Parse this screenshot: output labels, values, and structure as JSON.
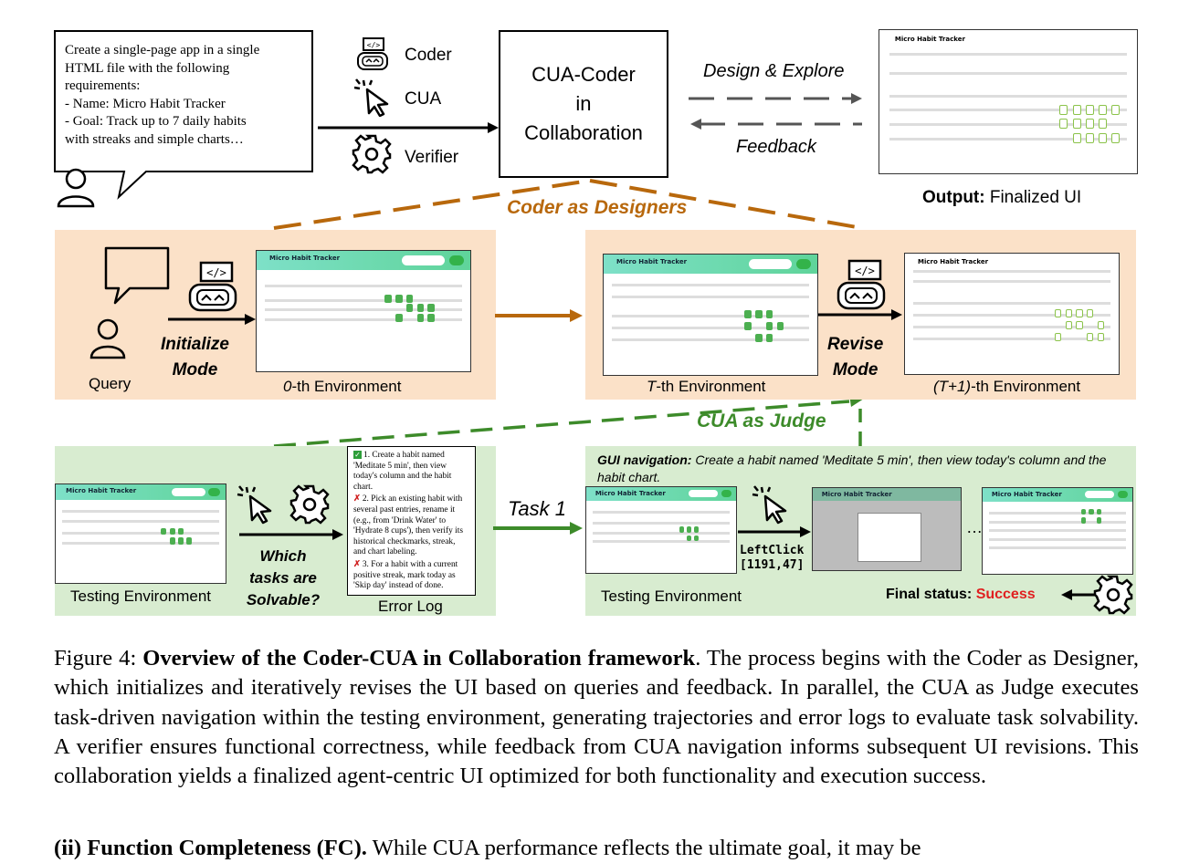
{
  "query": {
    "text": "Create a single-page app in a single\nHTML file with the following\nrequirements:\n  - Name: Micro Habit Tracker\n  - Goal: Track up to 7 daily habits\nwith streaks and simple charts…"
  },
  "agents": {
    "coder": "Coder",
    "cua": "CUA",
    "verifier": "Verifier"
  },
  "center_box": "CUA-Coder\nin\nCollaboration",
  "flow": {
    "design": "Design & Explore",
    "feedback": "Feedback"
  },
  "output": {
    "prefix": "Output:",
    "rest": " Finalized UI"
  },
  "coder_section": {
    "title": "Coder as Designers",
    "query_label": "Query",
    "initialize_mode": "Initialize\nMode",
    "revise_mode": "Revise\nMode",
    "env0_prefix": "0",
    "env0_suffix": "-th Environment",
    "envT_prefix": "T",
    "envT_suffix": "-th Environment",
    "envT1_prefix": "(T+1)",
    "envT1_suffix": "-th Environment"
  },
  "cua_section": {
    "title": "CUA as Judge",
    "testing_env": "Testing Environment",
    "which_tasks": "Which\ntasks are\nSolvable?",
    "error_log_label": "Error Log",
    "error_items": [
      "1. Create a habit named 'Meditate 5 min', then view today's column and the habit chart.",
      "2. Pick an existing habit with several past entries, rename it (e.g., from 'Drink Water' to 'Hydrate 8 cups'), then verify its historical checkmarks, streak, and chart labeling.",
      "3. For a habit with a current positive streak, mark today as 'Skip day' instead of done."
    ],
    "task_label": "Task 1",
    "gui_nav_prefix": "GUI navigation:",
    "gui_nav_text": " Create a habit named 'Meditate 5 min', then view today's column and the habit chart.",
    "action": "LeftClick\n[1191,47]",
    "ellipsis": "…",
    "final_status_prefix": "Final status:",
    "final_status_value": "Success",
    "testing_env2": "Testing Environment"
  },
  "mini_ui": {
    "app_title": "Micro Habit Tracker"
  },
  "caption": {
    "figure": "Figure 4:",
    "bold": "Overview of the Coder-CUA in Collaboration framework",
    "rest": ". The process begins with the Coder as Designer, which initializes and iteratively revises the UI based on queries and feedback. In parallel, the CUA as Judge executes task-driven navigation within the testing environment, generating trajectories and error logs to evaluate task solvability. A verifier ensures functional correctness, while feedback from CUA navigation informs subsequent UI revisions. This collaboration yields a finalized agent-centric UI optimized for both functionality and execution success."
  },
  "next_paragraph": {
    "bold": "(ii) Function Completeness (FC).",
    "rest": " While CUA performance reflects the ultimate goal, it may be"
  },
  "colors": {
    "orange": "#fbe1c8",
    "green": "#d8ecd0",
    "orange_accent": "#b8680c",
    "green_accent": "#3d8b2a",
    "success": "#e02020"
  }
}
